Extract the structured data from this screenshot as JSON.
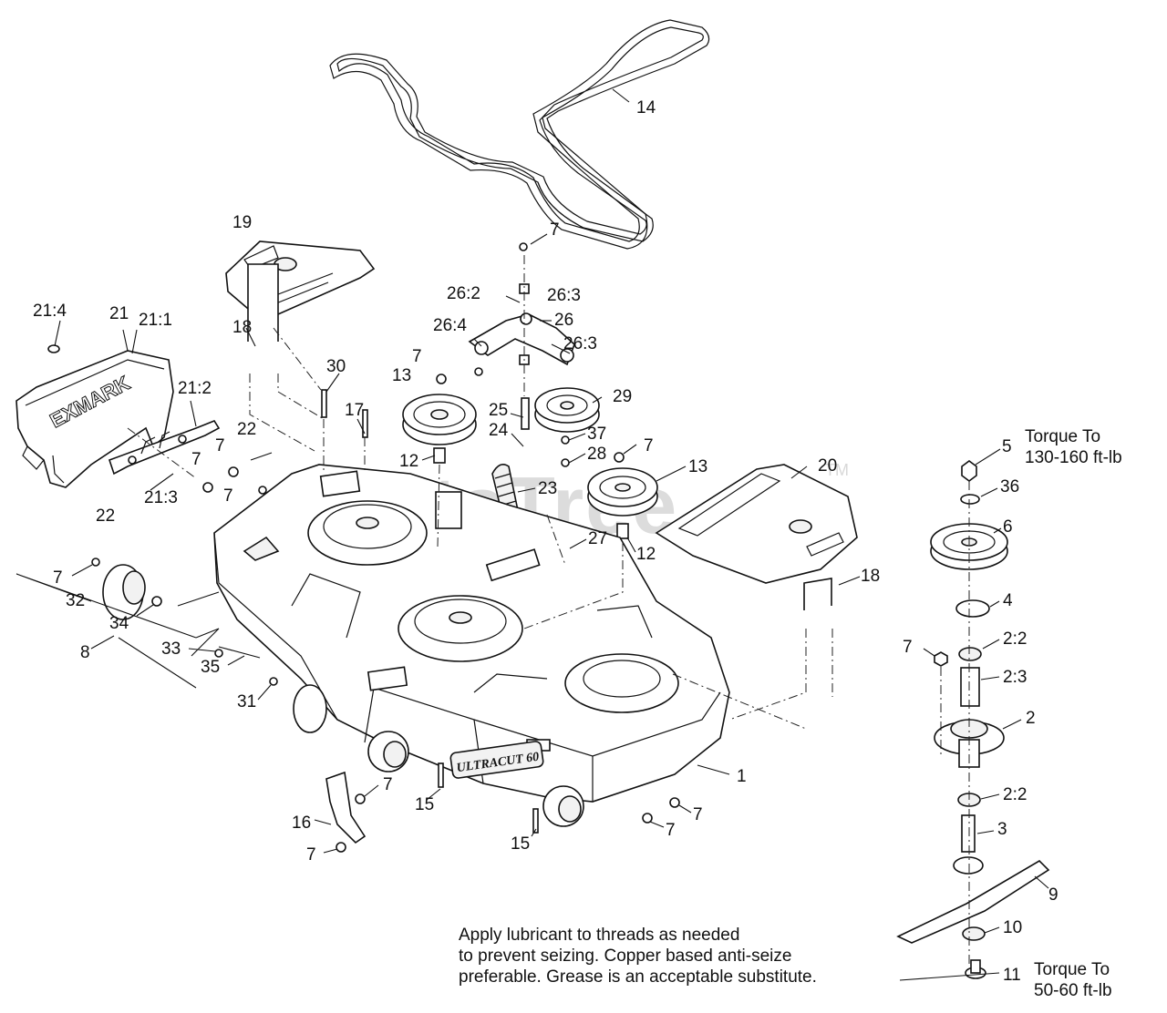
{
  "watermark": {
    "text": "PartsTree",
    "tm": "TM"
  },
  "callouts": [
    {
      "id": "c14",
      "label": "14"
    },
    {
      "id": "c19",
      "label": "19"
    },
    {
      "id": "c7a",
      "label": "7"
    },
    {
      "id": "c262",
      "label": "26:2"
    },
    {
      "id": "c263a",
      "label": "26:3"
    },
    {
      "id": "c26",
      "label": "26"
    },
    {
      "id": "c264",
      "label": "26:4"
    },
    {
      "id": "c263b",
      "label": "26:3"
    },
    {
      "id": "c214",
      "label": "21:4"
    },
    {
      "id": "c21",
      "label": "21"
    },
    {
      "id": "c211",
      "label": "21:1"
    },
    {
      "id": "c18a",
      "label": "18"
    },
    {
      "id": "c7b",
      "label": "7"
    },
    {
      "id": "c13a",
      "label": "13"
    },
    {
      "id": "c29",
      "label": "29"
    },
    {
      "id": "c30",
      "label": "30"
    },
    {
      "id": "c212",
      "label": "21:2"
    },
    {
      "id": "c17",
      "label": "17"
    },
    {
      "id": "c25",
      "label": "25"
    },
    {
      "id": "c24",
      "label": "24"
    },
    {
      "id": "c37",
      "label": "37"
    },
    {
      "id": "c22a",
      "label": "22"
    },
    {
      "id": "c7c",
      "label": "7"
    },
    {
      "id": "c7d",
      "label": "7"
    },
    {
      "id": "c28",
      "label": "28"
    },
    {
      "id": "c7e",
      "label": "7"
    },
    {
      "id": "c12a",
      "label": "12"
    },
    {
      "id": "c13b",
      "label": "13"
    },
    {
      "id": "c20",
      "label": "20"
    },
    {
      "id": "c7f",
      "label": "7"
    },
    {
      "id": "c213",
      "label": "21:3"
    },
    {
      "id": "c23",
      "label": "23"
    },
    {
      "id": "c22b",
      "label": "22"
    },
    {
      "id": "c27",
      "label": "27"
    },
    {
      "id": "c12b",
      "label": "12"
    },
    {
      "id": "c7g",
      "label": "7"
    },
    {
      "id": "c32",
      "label": "32"
    },
    {
      "id": "c18b",
      "label": "18"
    },
    {
      "id": "c34",
      "label": "34"
    },
    {
      "id": "c8",
      "label": "8"
    },
    {
      "id": "c33",
      "label": "33"
    },
    {
      "id": "c35",
      "label": "35"
    },
    {
      "id": "c31",
      "label": "31"
    },
    {
      "id": "c1",
      "label": "1"
    },
    {
      "id": "c7h",
      "label": "7"
    },
    {
      "id": "c15a",
      "label": "15"
    },
    {
      "id": "c16",
      "label": "16"
    },
    {
      "id": "c7i",
      "label": "7"
    },
    {
      "id": "c7j",
      "label": "7"
    },
    {
      "id": "c15b",
      "label": "15"
    },
    {
      "id": "c7k",
      "label": "7"
    },
    {
      "id": "c5",
      "label": "5"
    },
    {
      "id": "c36",
      "label": "36"
    },
    {
      "id": "c6",
      "label": "6"
    },
    {
      "id": "c4",
      "label": "4"
    },
    {
      "id": "c7l",
      "label": "7"
    },
    {
      "id": "c22c",
      "label": "2:2"
    },
    {
      "id": "c23b",
      "label": "2:3"
    },
    {
      "id": "c2",
      "label": "2"
    },
    {
      "id": "c22d",
      "label": "2:2"
    },
    {
      "id": "c3",
      "label": "3"
    },
    {
      "id": "c9",
      "label": "9"
    },
    {
      "id": "c10",
      "label": "10"
    },
    {
      "id": "c11",
      "label": "11"
    }
  ],
  "torque_top": {
    "line1": "Torque To",
    "line2": "130-160 ft-lb"
  },
  "torque_bottom": {
    "line1": "Torque To",
    "line2": "50-60 ft-lb"
  },
  "note": {
    "line1": "Apply lubricant to threads as needed",
    "line2": "to prevent seizing. Copper based anti-seize",
    "line3": "preferable. Grease is an acceptable substitute."
  },
  "deck_badge": "ULTRACUT 60"
}
